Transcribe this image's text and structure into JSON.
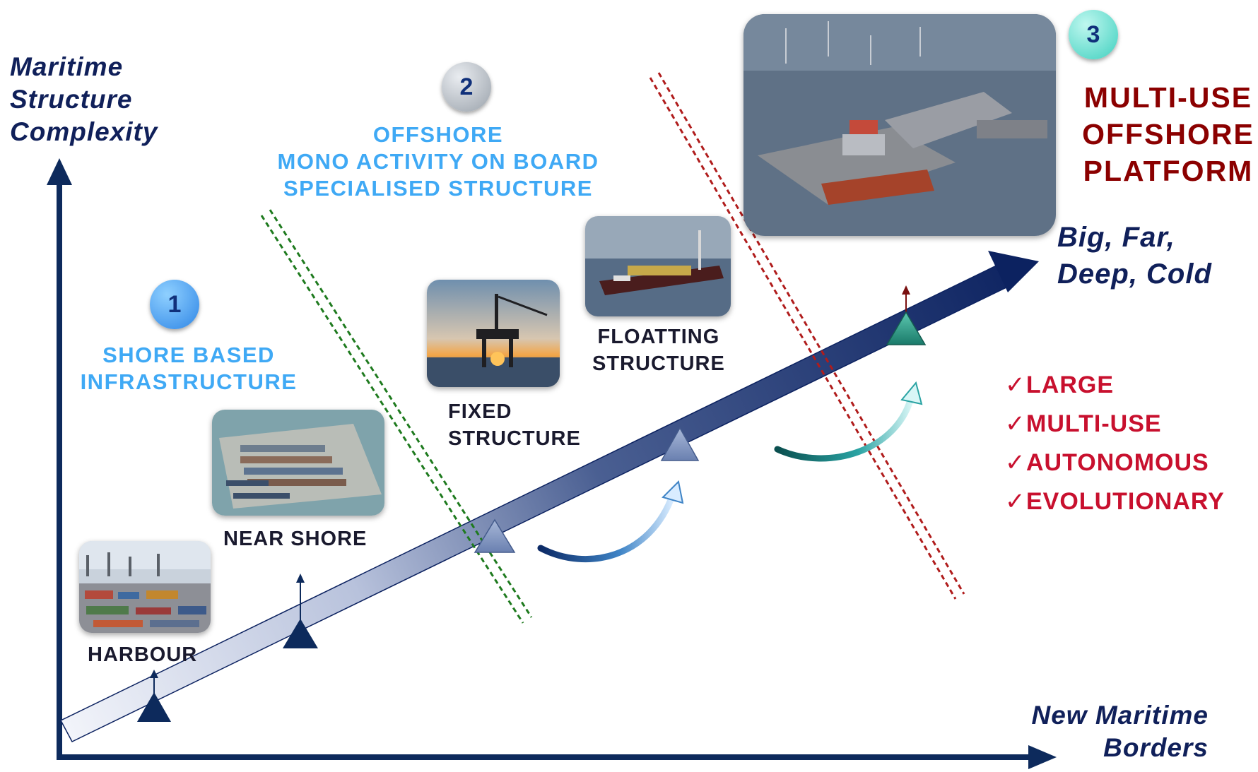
{
  "axes": {
    "y_label": [
      "Maritime",
      "Structure",
      "Complexity"
    ],
    "x_label": [
      "New Maritime",
      "Borders"
    ],
    "arrow_label": [
      "Big, Far,",
      "Deep, Cold"
    ]
  },
  "phases": [
    {
      "number": "1",
      "lines": [
        "SHORE BASED",
        "INFRASTRUCTURE"
      ],
      "color": "#3fa9f5"
    },
    {
      "number": "2",
      "lines": [
        "OFFSHORE",
        "MONO ACTIVITY  ON BOARD",
        "SPECIALISED STRUCTURE"
      ],
      "color": "#3fa9f5"
    },
    {
      "number": "3",
      "lines": [
        "MULTI-USE",
        "OFFSHORE",
        "PLATFORM"
      ],
      "color": "#8b0000"
    }
  ],
  "stages": [
    {
      "label": [
        "HARBOUR"
      ]
    },
    {
      "label": [
        "NEAR SHORE"
      ]
    },
    {
      "label": [
        "FIXED",
        "STRUCTURE"
      ]
    },
    {
      "label": [
        "FLOATTING",
        "STRUCTURE"
      ]
    }
  ],
  "characteristics": {
    "check_symbol": "✓",
    "items": [
      "LARGE",
      "MULTI-USE",
      "AUTONOMOUS",
      "EVOLUTIONARY"
    ],
    "color": "#c8102e"
  },
  "colors": {
    "axis": "#0d2a5c",
    "divider_1": "#1e7a1e",
    "divider_2": "#b01c1c"
  }
}
